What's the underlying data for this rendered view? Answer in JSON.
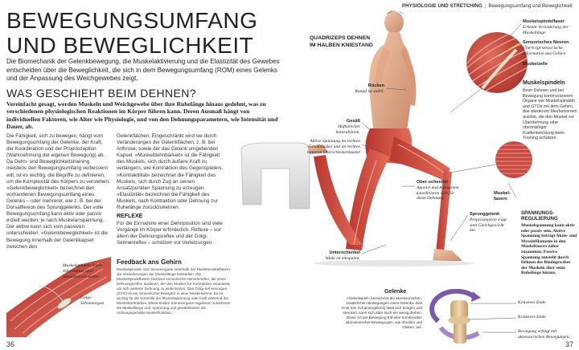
{
  "header": {
    "section": "PHYSIOLOGIE UND STRETCHING",
    "subsection": "Bewegungsumfang und Beweglichkeit"
  },
  "title_line1": "BEWEGUNGSUMFANG",
  "title_line2": "UND BEWEGLICHKEIT",
  "intro": "Die Biomechanik der Gelenkbewegung, die Muskelaktivierung und die Elastizität des Gewebes entscheiden über die Beweglichkeit, die sich in dem Bewegungsumfang (ROM) eines Gelenks und der Anpassung des Weichgewebes zeigt.",
  "subtitle": "WAS GESCHIEHT BEIM DEHNEN?",
  "lead": "Vereinfacht gesagt, werden Muskeln und Weichgewebe über ihre Ruhelänge hinaus gedehnt, was zu verschiedenen physiologischen Reaktionen im Körper führen kann. Deren Ausmaß hängt von individuellen Faktoren, wie Alter wie Physiologie, und von den Dehnungsparametern, wie Intensität und Dauer, ab.",
  "col1": "Die Fähigkeit, sich zu bewegen, hängt vom Bewegungsumfang der Gelenke, der Kraft, der Koordination und der Propriozeption (Wahrnehmung der eigenen Bewegung) ab. Da Dehn- und Beweglichkeitstraining meistens den Bewegungsumfang verbessern will, ist es wichtig, die Begriffe zu definieren, um die Komplexität des Körpers zu verstehen. »Gelenkbeweglichkeit« bezeichnet den vorhandenen Bewegungsumfang eines Gelenks – oder mehrerer, wie z. B. bei der Dorsalflexion des Sprunggelenks. Der volle Bewegungsumfang kann aktiv oder passiv erzielt werden, je nach Muskelanspannung. Der aktive kann sich vom passiven unterscheiden. »Gelenkbeweglichkeit« ist die Bewegung innerhalb der Gelenkkapsel zwischen den",
  "col2": "Gelenkflächen. Eingeschränkt wird sie durch Veränderungen der Gelenkflächen, z. B. bei Arthrose, sowie der das Gelenk umgebenden Kapsel. »Muskeldehnbarkeit« ist die Fähigkeit des Muskels, sich durch äußere Kraft zu verlängern, wie Kontraktion des Gegenspielers. »Kontraktilität« bezeichnet die Fähigkeit des Muskels, sich durch Zug an seinen Ansatzpunkten Spannung zu erzeugen. »Elastizität« bezeichnet die Fähigkeit des Muskels, nach Kontraktion oder Dehnung zur Ruhelänge zurückzukehren.",
  "reflex_heading": "REFLEXE",
  "col2b": "Für die Einnahme einer Dehnposition sind viele Vorgänge im Körper erforderlich. Reflexe – vor allem der Dehnungsreflex und der Golgi-Sehnenreflex – schützen vor Verletzungen.",
  "feedback_heading": "Feedback ans Gehirn",
  "feedback": "Muskelspindeln und Sinnesorgane innerhalb der Skelettmuskelfasern, die Veränderungen der Muskellänge feststellen. Die Muskelspindelfasern besitzen sensorische Nervenenden, die einen Dehnungsreflex auslösen, der den Muskel zur Kontraktion veranlasst, um sich weiterer Dehnung zu widersetzen. Das Golgi-Sehnenorgan (GTO) ist ein sensorischer Rezeptor in einer Muskelsehne. Es ist wichtig für die Kontrolle der Muskelspannung oder-kraft während der Muskelkontraktion. Diese beiden Sinnesorgane regulieren zusammen die Muskellänge und -spannung und gewährleisten die ordnungsgemäße Muskelfunktion.",
  "inset_labels": {
    "muskelspindeln": "Muskelspindeln leiten Information über Sinnesnerven weiter.",
    "golgi": "Golgi-Sehnenorgan"
  },
  "page_left": "36",
  "page_right": "37",
  "figure_title_line1": "QUADRIZEPS DEHNEN",
  "figure_title_line2": "IM HALBEN KNIESTAND",
  "body_labels": {
    "ruecken_b": "Rücken",
    "ruecken_i": "Rumpf ist stabil.",
    "gesaess_b": "Gesäß",
    "gesaess_i": "Hüftstrecker kontrahieren.",
    "aktiv_i": "Aktive Spannung im rechten Gesäßmuskel und im rechten hinteren Oberschenkelmuskel",
    "ober_b": "Ober-schenkel",
    "ober_i": "Agonist und Antagonist koordinieren sich für diese Dehnung.",
    "sprung_b": "Sprunggelenk",
    "sprung_i": "Propriozeption trägt zum Gleichgewicht bei.",
    "unter_b": "Unterschenkel",
    "unter_i": "Wade ist entspannt."
  },
  "zoom_labels": {
    "spindelfaser_b": "Muskelspindelfaser",
    "spindelfaser_i": "Erkennt Veränderung der Muskellänge.",
    "sensor_b": "Sensorisches Neuron",
    "sensor_i": "Überträgt sensorische Information ans Gehirn.",
    "zelle_b": "Muskelzelle",
    "faser_b": "Muskel-fasern"
  },
  "spindeln_heading": "Muskelspindeln",
  "spindeln_text": "Beim Dehnen und bei Bewegung kommunizieren Organe wie Muskelspindeln und GTOs mit dem Gehirn, das wiederum Mechanismen auslöst, die den Muskel vor Überdehnung oder übermäßiger Kraftentwicklung beim Training schützen.",
  "regulierung_heading": "SPANNUNGS-REGULIERUNG",
  "regulierung_text": "Muskelspannung kann aktiv oder passiv sein. Aktive Spannung beträgt Aktin- und Myosinfilamente in den Muskelfasern näher zusammen. Passive Spannung entsteht durch Dehnen des Bindegewebes der Muskeln über seine Ruhelänge hinaus.",
  "gelenke_heading": "Gelenke",
  "gelenke_text": "»Gelenkspiel« bezeichnet die akzessorischen, zusätzlichen Bewegungen eines Gelenks. Das Knie (ein Scharniergelenk) lässt sich beugen und strecken, kann sich aber auch ein wenig drehen. Diese Art der Bewegung tritt eine Kombination akzessorischer Bewegungen, wie Abrollen und Gleiten, auf.",
  "joint_labels": {
    "konkav": "Konvexes Ende",
    "konkaves": "Konkaves Ende",
    "bewegung": "Bewegung erfolgt mit akzessorischen Bewegungen."
  },
  "colors": {
    "muscle": "#c8463f",
    "skin": "#e8b79a",
    "accent_purple": "#7a5aa6",
    "bone": "#d9b98c"
  }
}
